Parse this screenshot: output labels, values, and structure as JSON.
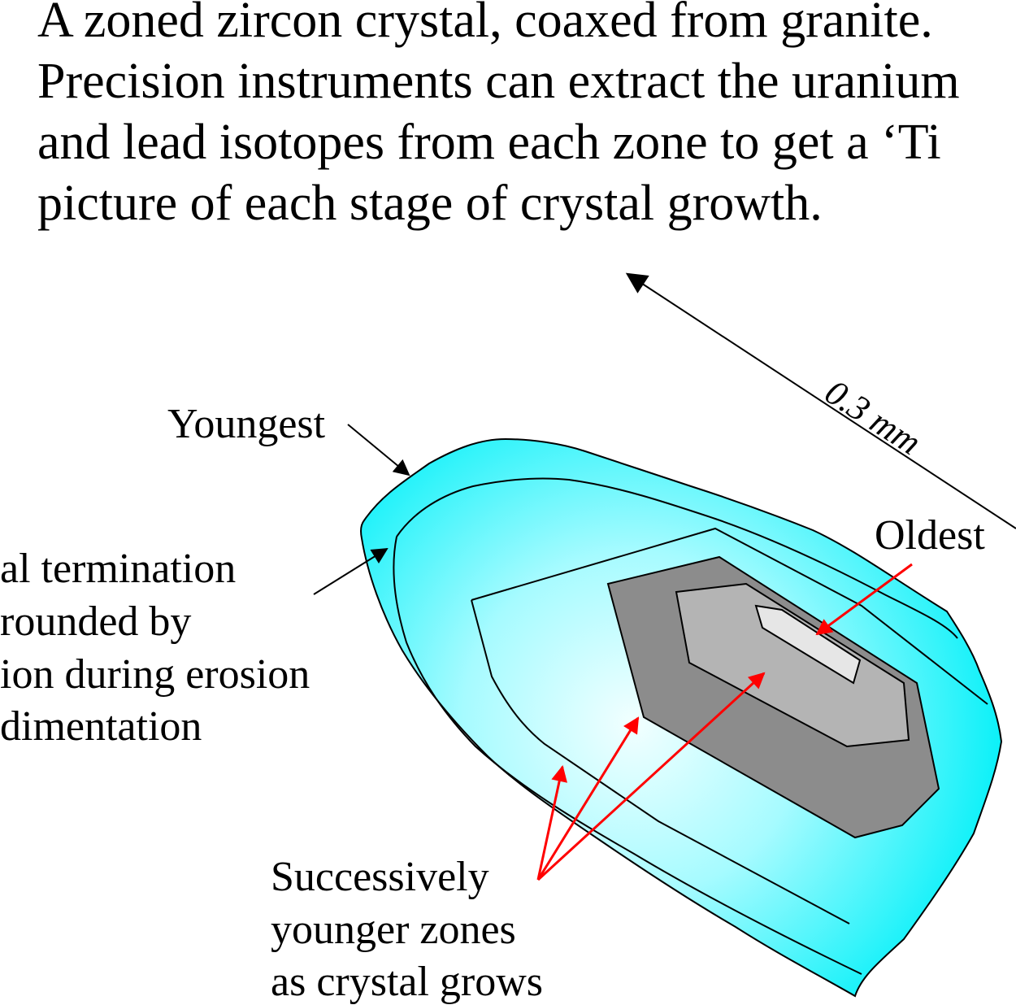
{
  "intro": {
    "lines": [
      "A zoned zircon crystal, coaxed from granite.",
      "Precision instruments can extract the uranium",
      "and lead isotopes from each zone to get a ‘Ti",
      "picture of each stage of crystal growth."
    ]
  },
  "labels": {
    "youngest": "Youngest",
    "oldest": "Oldest",
    "scale": "0.3 mm",
    "termination": [
      "al termination",
      "rounded by",
      "ion during erosion",
      "dimentation"
    ],
    "zones": [
      "Successively",
      "younger zones",
      "as crystal grows"
    ]
  },
  "colors": {
    "outer_zone": "#00f0f8",
    "inner_glow": "#f2ffff",
    "dark_core": "#8c8c8c",
    "mid_core": "#b4b4b4",
    "oldest_core": "#e6e6e6",
    "callout_arrow": "#ff0000",
    "outline": "#000000"
  }
}
